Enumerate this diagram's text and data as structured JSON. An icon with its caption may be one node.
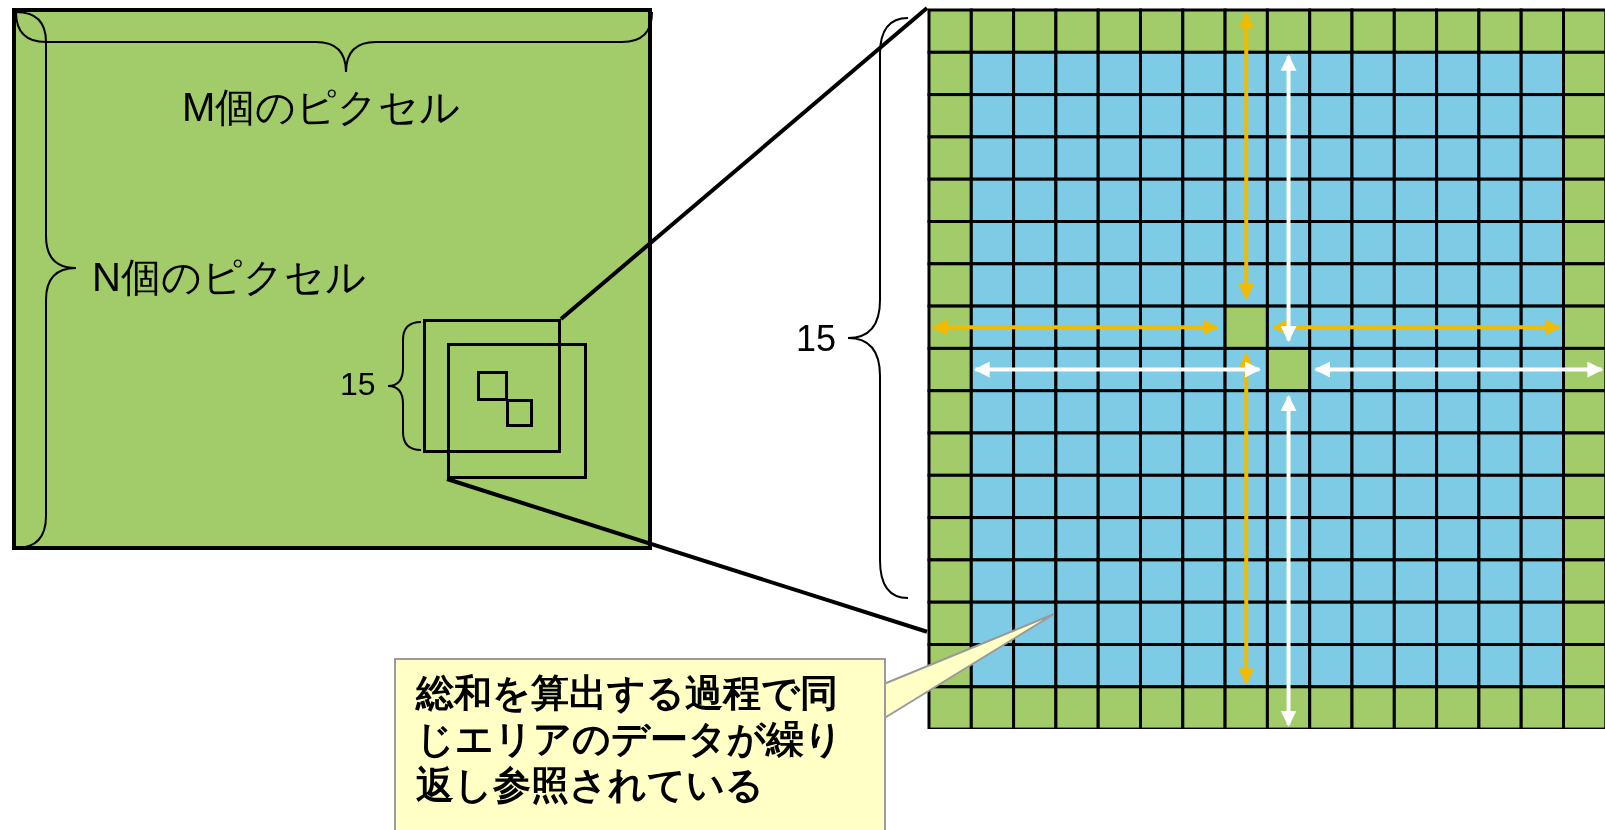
{
  "diagram": {
    "nodes": [
      {
        "text": [],
        "shape": "box"
      },
      {
        "text": [],
        "shape": "box",
        "in": 0
      },
      {
        "text": [],
        "shape": "box",
        "in": 0
      },
      {
        "text": [],
        "shape": "box"
      },
      {
        "text": [],
        "shape": "box"
      },
      {
        "text": [],
        "shape": "box"
      },
      {
        "text": [
          "総和を算出する過程で同じエリアのデータが繰り返し参照されている"
        ]
      }
    ],
    "edges": [
      {
        "from": 1,
        "to": 5,
        "arrow": "none"
      },
      {
        "from": 2,
        "to": 5,
        "arrow": "none"
      }
    ],
    "labels": [
      "M個のピクセル",
      "N個のピクセル",
      "15",
      "15"
    ]
  }
}
